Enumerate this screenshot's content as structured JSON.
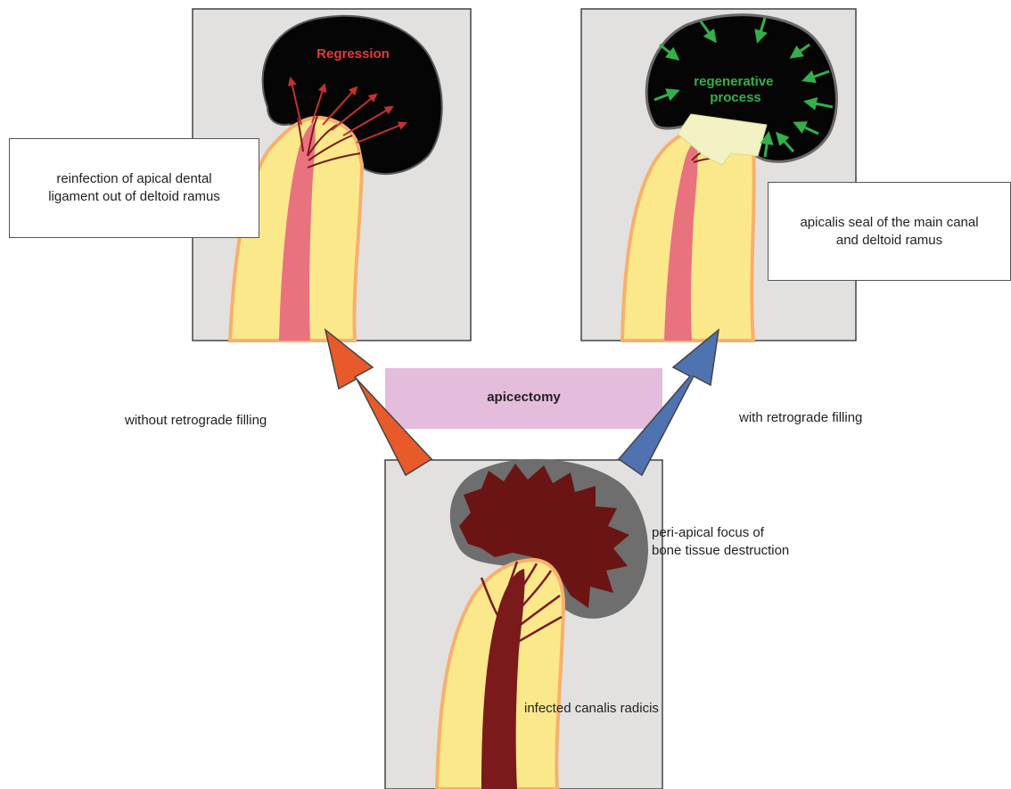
{
  "panels": {
    "left": {
      "focus_label": "Regression"
    },
    "right": {
      "focus_label": "regenerative\nprocess"
    }
  },
  "callouts": {
    "reinfection": "reinfection of apical dental\nligament out of deltoid ramus",
    "apicalis_seal": "apicalis seal of the main canal\nand deltoid ramus"
  },
  "center_band": {
    "label": "apicectomy"
  },
  "arrow_labels": {
    "left": "without retrograde filling",
    "right": "with retrograde filling"
  },
  "bottom_panel": {
    "focus_label": "peri-apical focus of\nbone tissue destruction",
    "canal_label": "infected canalis radicis"
  },
  "colors": {
    "panel_bg": "#e2e1e0",
    "tooth": "#fbe88a",
    "tooth_outline": "#f7b06d",
    "pulp_healthy": "#e8727e",
    "pulp_infected": "#7a1a1a",
    "lesion_black": "#050505",
    "lesion_infected": "#6b1414",
    "lesion_halo": "#6e6e6e",
    "regression_red": "#e23a3a",
    "regeneration_green": "#33b04a",
    "arrow_red": "#e85a2a",
    "arrow_blue": "#4f72b0",
    "band_pink": "#e4bcdc",
    "seal": "#f2f2c4"
  }
}
